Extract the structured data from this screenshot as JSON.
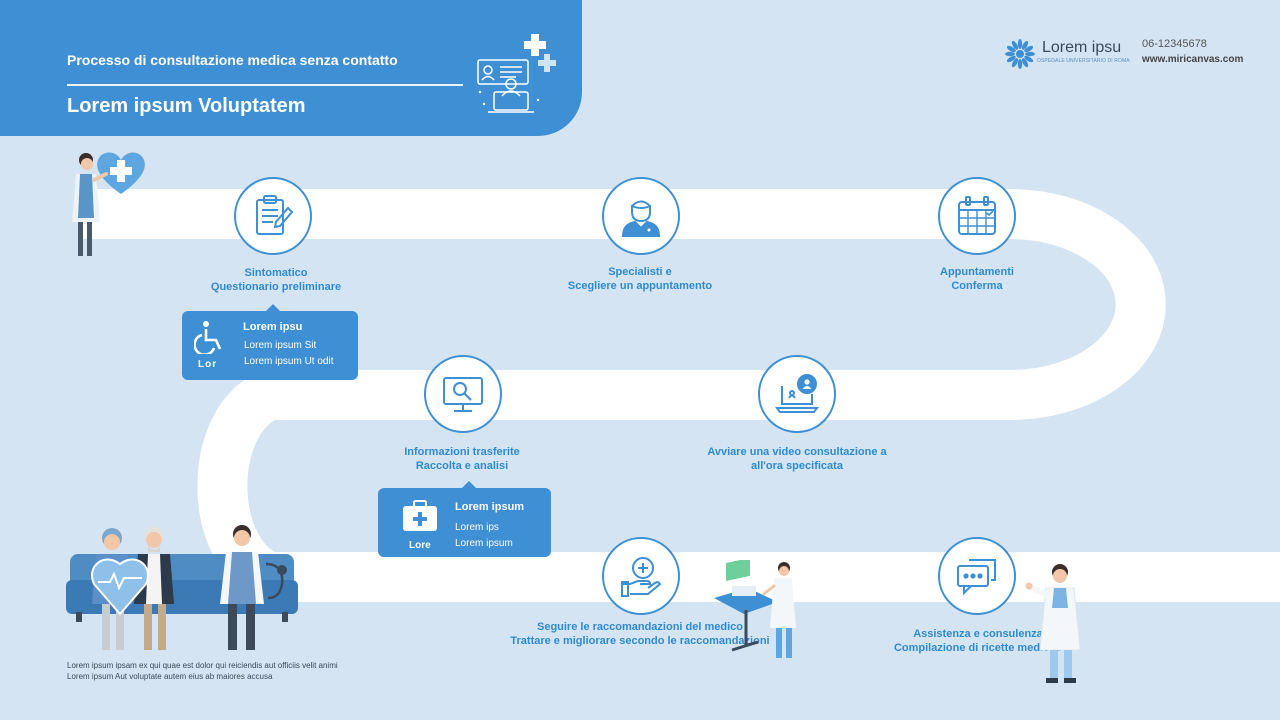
{
  "header": {
    "subtitle": "Processo di consultazione medica senza contatto",
    "title": "Lorem ipsum Voluptatem"
  },
  "brand": {
    "name": "Lorem ipsu",
    "tagline": "OSPEDALE UNIVERSITARIO DI ROMA",
    "phone": "06-12345678",
    "website": "www.miricanvas.com"
  },
  "steps": [
    {
      "icon": "clipboard-icon",
      "line1": "Sintomatico",
      "line2": "Questionario preliminare"
    },
    {
      "icon": "doctor-icon",
      "line1": "Specialisti e",
      "line2": "Scegliere un appuntamento"
    },
    {
      "icon": "calendar-icon",
      "line1": "Appuntamenti",
      "line2": "Conferma"
    },
    {
      "icon": "monitor-search-icon",
      "line1": "Informazioni trasferite",
      "line2": "Raccolta e analisi"
    },
    {
      "icon": "laptop-video-icon",
      "line1": "Avviare una video consultazione a",
      "line2": "all'ora specificata"
    },
    {
      "icon": "hand-cross-icon",
      "line1": "Seguire le raccomandazioni del medico",
      "line2": "Trattare e migliorare secondo le raccomandazioni"
    },
    {
      "icon": "chat-bubbles-icon",
      "line1": "Assistenza e consulenza",
      "line2": "Compilazione di ricette mediche"
    }
  ],
  "info_boxes": [
    {
      "icon": "wheelchair-icon",
      "tag": "Lor",
      "title": "Lorem ipsu",
      "lines": [
        "Lorem ipsum Sit",
        "Lorem ipsum Ut odit"
      ]
    },
    {
      "icon": "first-aid-kit-icon",
      "tag": "Lore",
      "title": "Lorem ipsum",
      "lines": [
        "Lorem ips",
        "Lorem ipsum"
      ]
    }
  ],
  "footer": {
    "line1": "Lorem ipsum ipsam ex qui quae est dolor qui reiciendis aut officiis velit animi",
    "line2": "Lorem ipsum Aut voluptate autem eius ab maiores accusa"
  },
  "colors": {
    "background": "#d4e4f2",
    "primary": "#3e8fd3",
    "path": "#ffffff",
    "text": "#2f8bd0"
  }
}
